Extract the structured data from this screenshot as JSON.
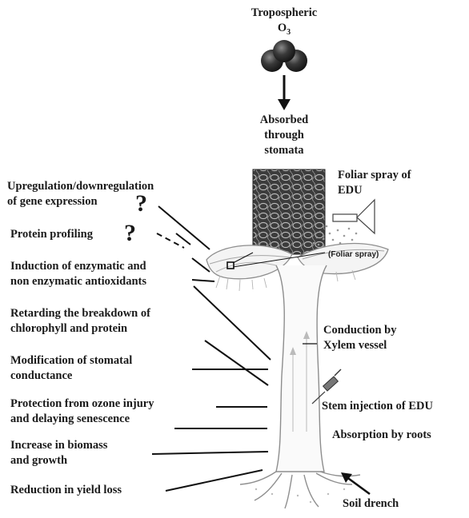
{
  "ozone": {
    "title_line1": "Tropospheric",
    "title_line2": "O",
    "subscript": "3"
  },
  "absorbed": {
    "line1": "Absorbed",
    "line2": "through",
    "line3": "stomata"
  },
  "foliar": {
    "line1": "Foliar spray of",
    "line2": "EDU",
    "tag": "(Foliar spray)"
  },
  "effects": [
    {
      "line1": "Upregulation/downregulation",
      "line2": "of gene expression",
      "mark": "?"
    },
    {
      "line1": "Protein profiling",
      "mark": "?"
    },
    {
      "line1": "Induction of enzymatic and",
      "line2": "non enzymatic antioxidants"
    },
    {
      "line1": "Retarding the breakdown of",
      "line2": "chlorophyll and protein"
    },
    {
      "line1": "Modification of stomatal",
      "line2": "conductance"
    },
    {
      "line1": "Protection from ozone injury",
      "line2": "and delaying senescence"
    },
    {
      "line1": "Increase in biomass",
      "line2": "and growth"
    },
    {
      "line1": "Reduction in yield loss"
    }
  ],
  "right_labels": {
    "conduction_line1": "Conduction by",
    "conduction_line2": "Xylem vessel",
    "stem_injection": "Stem injection of EDU",
    "absorption": "Absorption by roots",
    "soil_drench": "Soil drench"
  }
}
